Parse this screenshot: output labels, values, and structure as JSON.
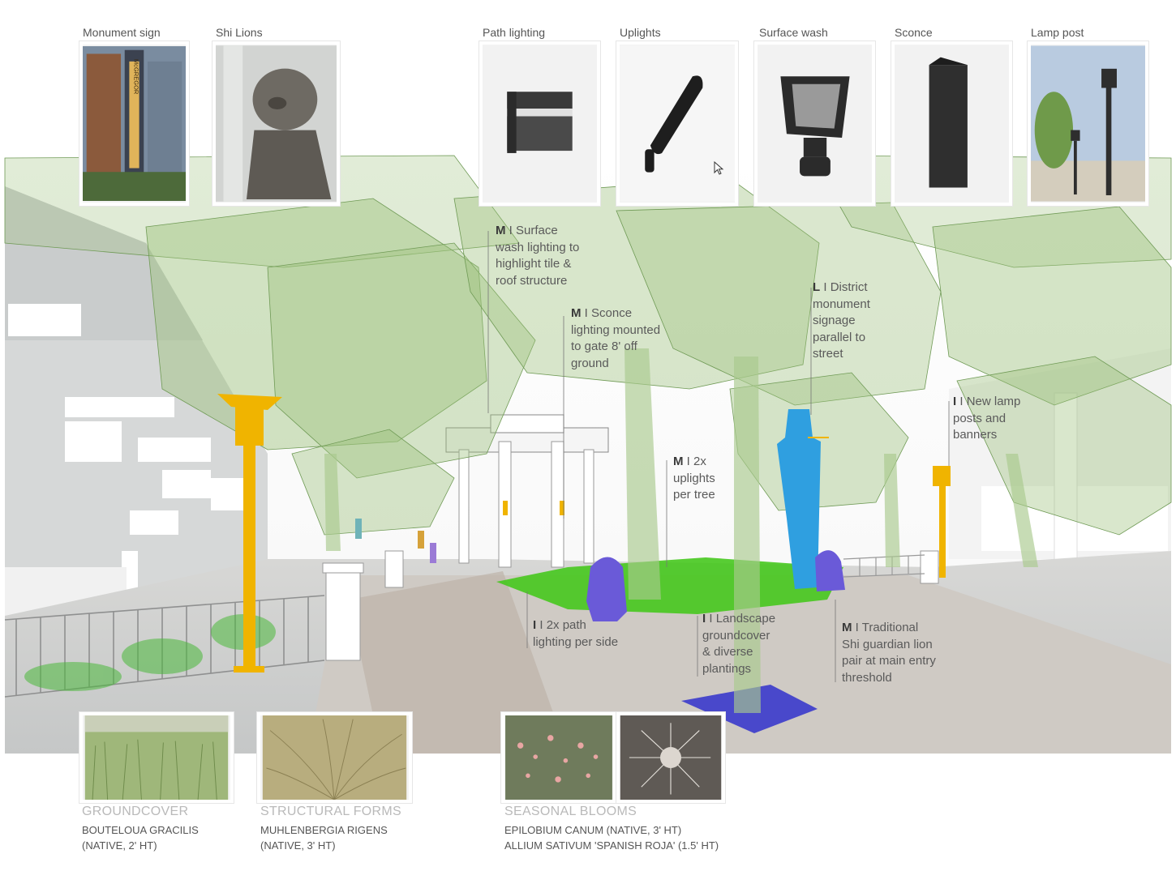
{
  "precedents": [
    {
      "label": "Monument sign",
      "icon": "monument-sign-photo",
      "sign_text": "McGREGOR"
    },
    {
      "label": "Shi Lions",
      "icon": "shi-lion-photo"
    },
    {
      "label": "Path lighting",
      "icon": "path-light-fixture"
    },
    {
      "label": "Uplights",
      "icon": "uplight-fixture"
    },
    {
      "label": "Surface wash",
      "icon": "surface-wash-fixture"
    },
    {
      "label": "Sconce",
      "icon": "sconce-fixture"
    },
    {
      "label": "Lamp post",
      "icon": "lamp-post-photo"
    }
  ],
  "annotations": [
    {
      "level": "M",
      "text": "Surface\nwash lighting to\nhighlight tile &\nroof structure"
    },
    {
      "level": "M",
      "text": "Sconce\nlighting mounted\nto gate 8' off\nground"
    },
    {
      "level": "L",
      "text": "District\nmonument\nsignage\nparallel to\nstreet"
    },
    {
      "level": "I",
      "text": "New lamp\nposts and\nbanners"
    },
    {
      "level": "M",
      "text": "2x\nuplights\nper tree"
    },
    {
      "level": "I",
      "text": "2x path\nlighting per side"
    },
    {
      "level": "I",
      "text": "Landscape\ngroundcover\n& diverse\nplantings"
    },
    {
      "level": "M",
      "text": "Traditional\nShi guardian lion\npair at main entry\nthreshold"
    }
  ],
  "plants": [
    {
      "category": "GROUNDCOVER",
      "lines": [
        "BOUTELOUA GRACILIS",
        "(NATIVE, 2' HT)"
      ]
    },
    {
      "category": "STRUCTURAL FORMS",
      "lines": [
        "MUHLENBERGIA RIGENS",
        "(NATIVE, 3' HT)"
      ]
    },
    {
      "category": "SEASONAL BLOOMS",
      "lines": [
        "EPILOBIUM CANUM (NATIVE, 3' HT)",
        "ALLIUM SATIVUM 'SPANISH ROJA' (1.5' HT)"
      ]
    }
  ],
  "colors": {
    "tree_canopy": "#9cc07a",
    "lamp_post": "#f0b400",
    "monument": "#2f9fe0",
    "lion": "#6a5ad8",
    "lawn": "#46c81e",
    "tree_pit": "#3a3acc"
  }
}
